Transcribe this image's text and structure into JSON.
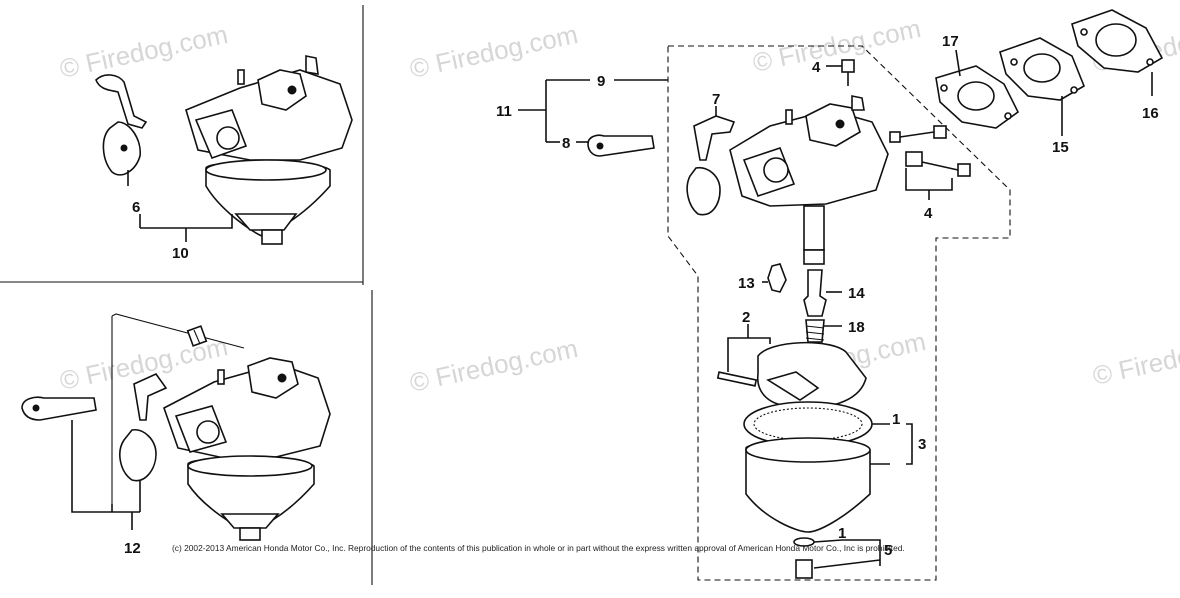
{
  "watermark": "© Firedog.com",
  "copyright": "(c) 2002-2013 American Honda Motor Co., Inc. Reproduction of the contents of this publication in whole or in part without the express written approval of American Honda Motor Co., Inc is prohibited.",
  "callouts": {
    "c1a": "1",
    "c1b": "1",
    "c2": "2",
    "c3": "3",
    "c4a": "4",
    "c4b": "4",
    "c5": "5",
    "c6": "6",
    "c7": "7",
    "c8": "8",
    "c9": "9",
    "c10": "10",
    "c11": "11",
    "c12": "12",
    "c13": "13",
    "c14": "14",
    "c15": "15",
    "c16": "16",
    "c17": "17",
    "c18a": "18"
  }
}
